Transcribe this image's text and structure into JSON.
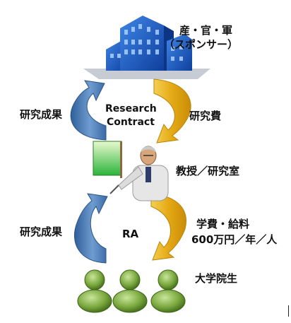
{
  "sponsor": {
    "line1": "産・官・軍",
    "line2": "（スポンサー）"
  },
  "contract_label": {
    "line1": "Research",
    "line2": "Contract"
  },
  "upper_left_label": "研究成果",
  "upper_right_label": "研究費",
  "professor_label": "教授／研究室",
  "lower_left_label": "研究成果",
  "ra_label": "RA",
  "lower_right_label": {
    "line1": "学費・給料",
    "line2": "600万円／年／人"
  },
  "students_label": "大学院生",
  "colors": {
    "blue_arrow": "#4f7fb5",
    "gold_arrow": "#e8b020",
    "building": "#1e5fc8",
    "people": "#6f9a3a"
  }
}
